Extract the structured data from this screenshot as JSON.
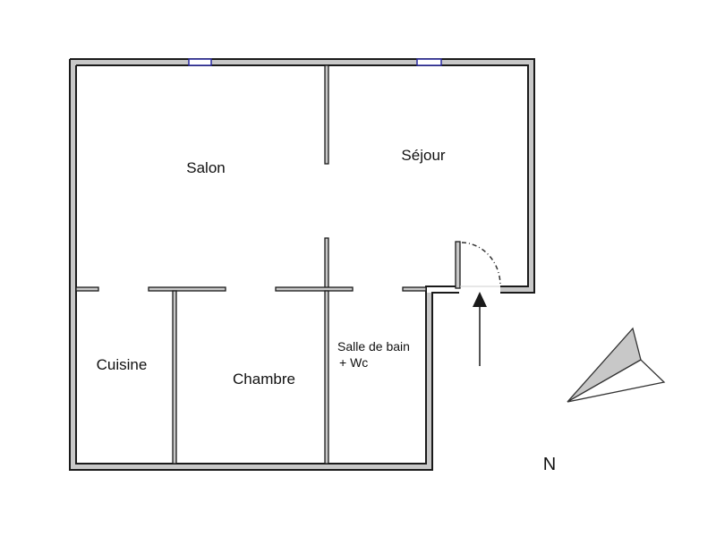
{
  "plan": {
    "rooms": [
      {
        "id": "salon",
        "label": "Salon"
      },
      {
        "id": "sejour",
        "label": "Séjour"
      },
      {
        "id": "cuisine",
        "label": "Cuisine"
      },
      {
        "id": "chambre",
        "label": "Chambre"
      },
      {
        "id": "salle_de_bain",
        "label_line1": "Salle de bain",
        "label_line2": "+ Wc"
      }
    ],
    "compass": {
      "label": "N"
    },
    "colors": {
      "wall_fill": "#c8c8c8",
      "wall_outline": "#1a1a1a",
      "window": "#2a2aa0",
      "compass_fill": "#c8c8c8"
    }
  }
}
